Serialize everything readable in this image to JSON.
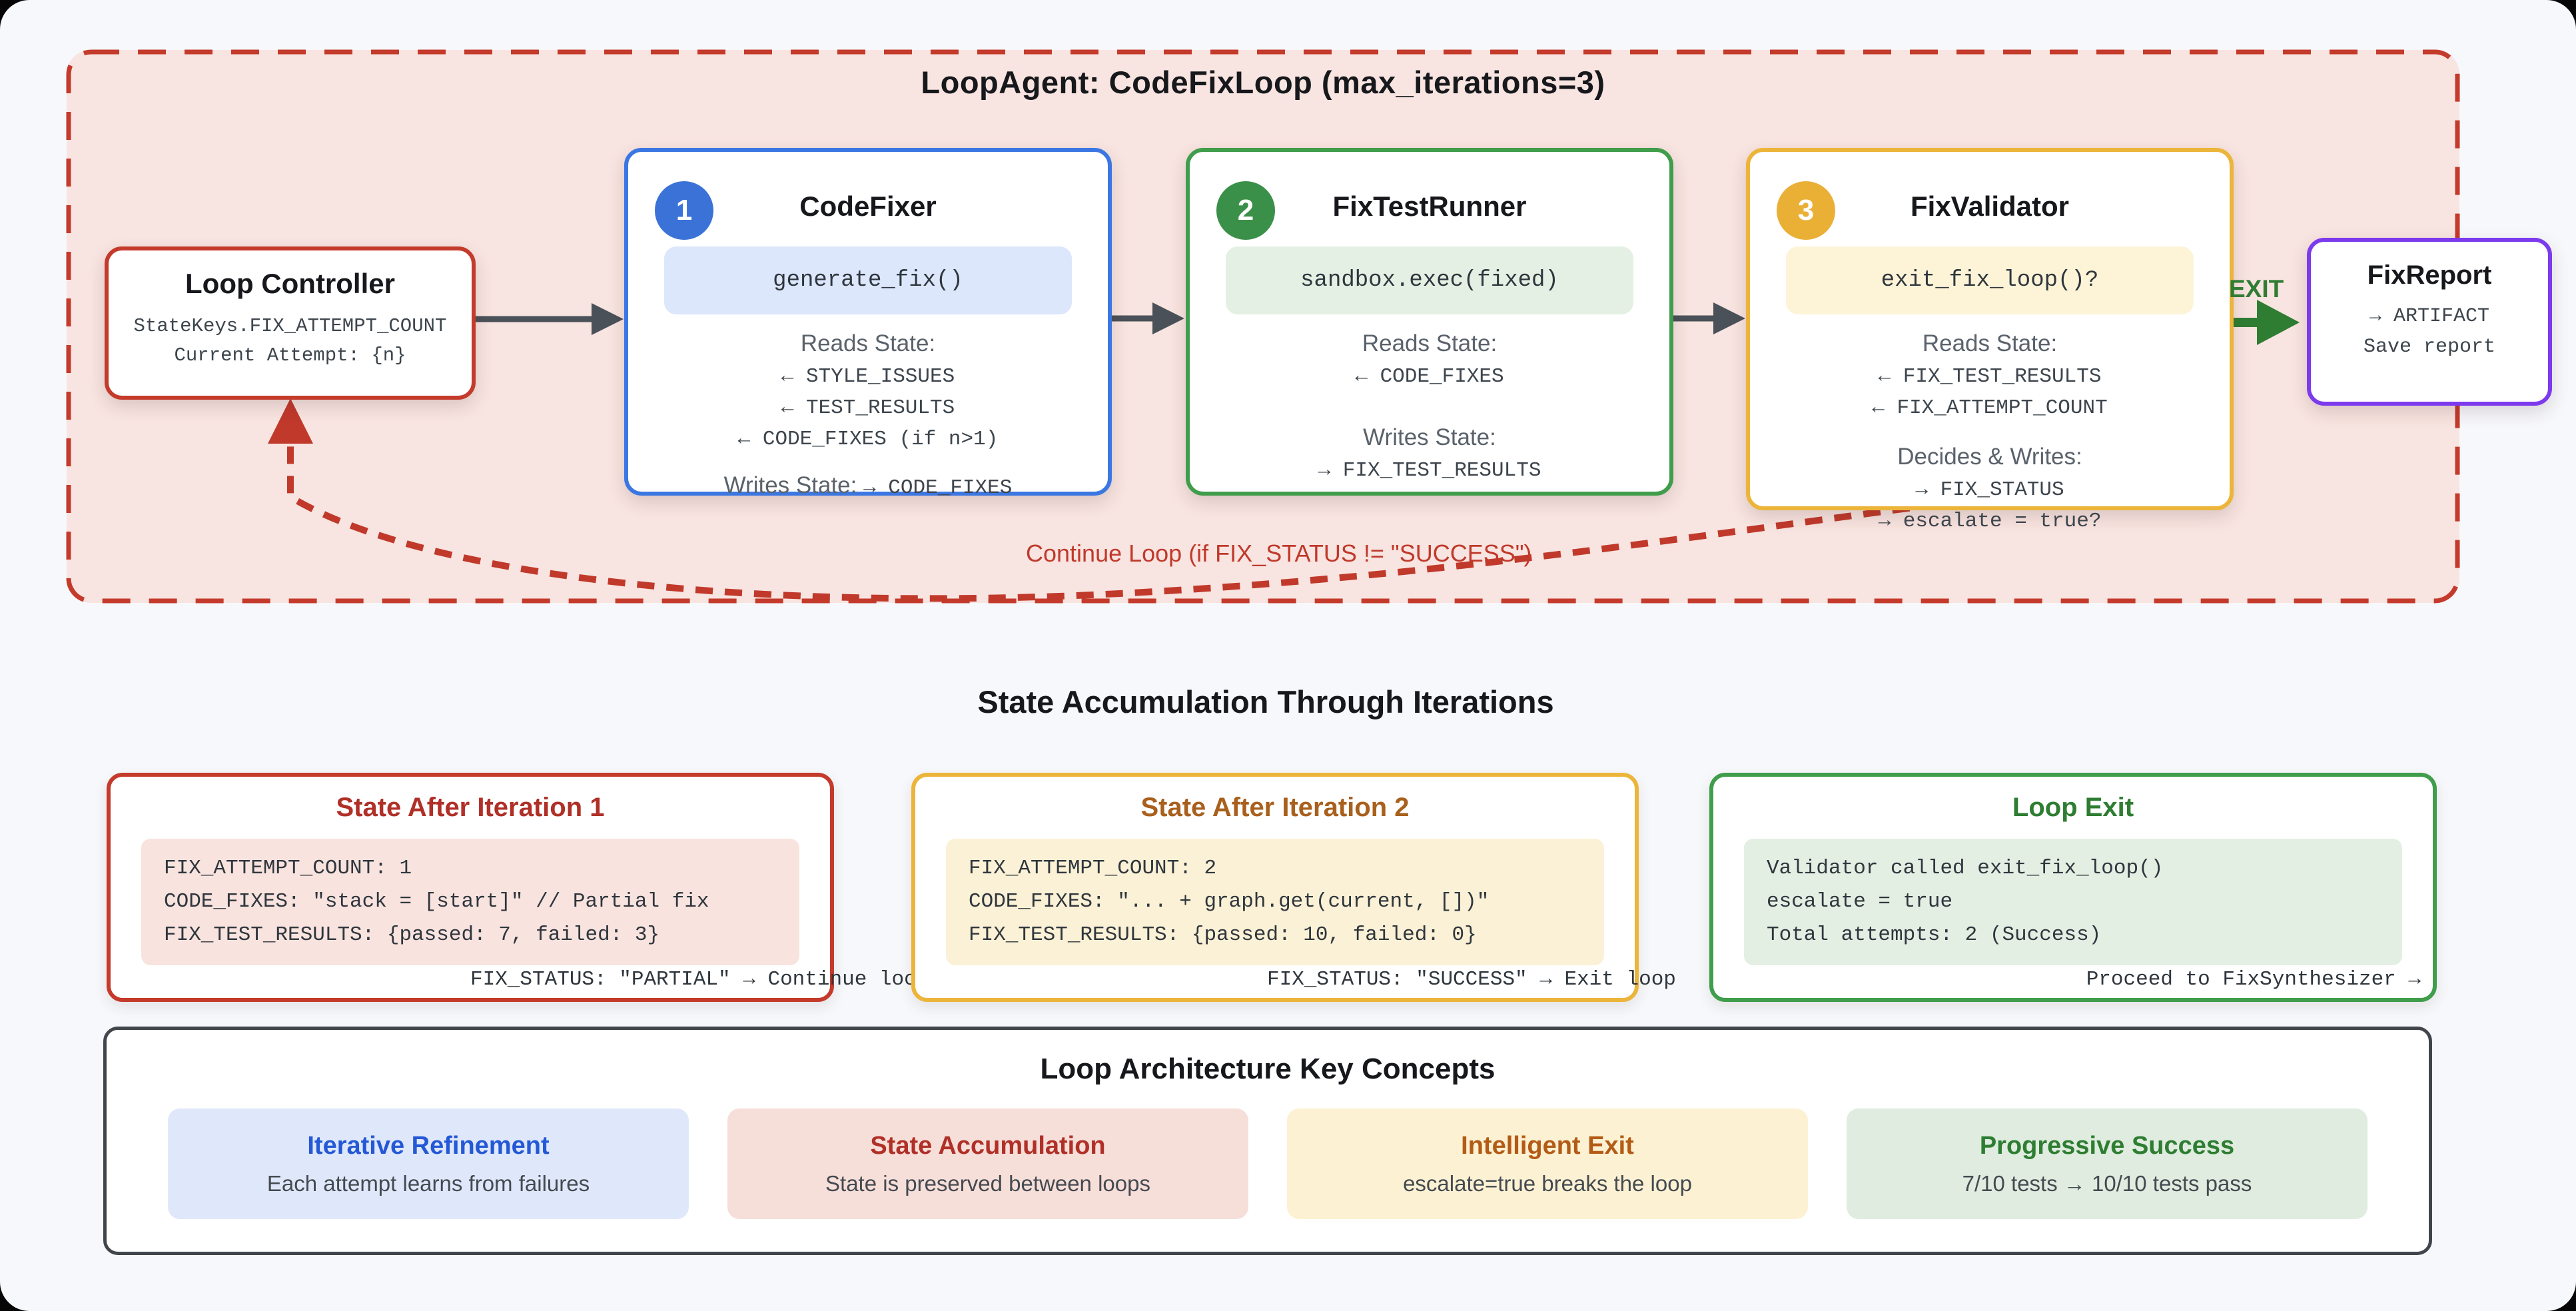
{
  "title": "LoopAgent: CodeFixLoop (max_iterations=3)",
  "colors": {
    "loop_red": "#c43a2b",
    "pink_bg": "#f8e4e0",
    "blue": "#3b77e3",
    "green": "#3f9d4b",
    "amber": "#ecb53a",
    "purple": "#7c3aed",
    "arrow_gray": "#4a5158",
    "exit_green": "#2f7d33"
  },
  "controller": {
    "title": "Loop Controller",
    "line1": "StateKeys.FIX_ATTEMPT_COUNT",
    "line2": "Current Attempt: {n}"
  },
  "agents": [
    {
      "number": "1",
      "title": "CodeFixer",
      "code": "generate_fix()",
      "reads_label": "Reads State:",
      "reads": [
        "← STYLE_ISSUES",
        "← TEST_RESULTS",
        "← CODE_FIXES (if n>1)"
      ],
      "writes_label": "Writes State:",
      "writes_inline": "→ CODE_FIXES"
    },
    {
      "number": "2",
      "title": "FixTestRunner",
      "code": "sandbox.exec(fixed)",
      "reads_label": "Reads State:",
      "reads": [
        "← CODE_FIXES"
      ],
      "writes_label": "Writes State:",
      "writes": [
        "→ FIX_TEST_RESULTS"
      ]
    },
    {
      "number": "3",
      "title": "FixValidator",
      "code": "exit_fix_loop()?",
      "reads_label": "Reads State:",
      "reads": [
        "← FIX_TEST_RESULTS",
        "← FIX_ATTEMPT_COUNT"
      ],
      "writes_label": "Decides & Writes:",
      "writes": [
        "→ FIX_STATUS",
        "→ escalate = true?"
      ]
    }
  ],
  "exit_label": "EXIT",
  "report": {
    "title": "FixReport",
    "line1": "→ ARTIFACT",
    "line2": "Save report"
  },
  "continue_label": "Continue Loop (if FIX_STATUS != \"SUCCESS\")",
  "state_section": {
    "title": "State Accumulation Through Iterations",
    "boxes": [
      {
        "title": "State After Iteration 1",
        "lines": [
          "FIX_ATTEMPT_COUNT: 1",
          "CODE_FIXES: \"stack = [start]\" // Partial fix",
          "FIX_TEST_RESULTS: {passed: 7, failed: 3}"
        ],
        "footer": "FIX_STATUS: \"PARTIAL\" → Continue loop"
      },
      {
        "title": "State After Iteration 2",
        "lines": [
          "FIX_ATTEMPT_COUNT: 2",
          "CODE_FIXES: \"... + graph.get(current, [])\"",
          "FIX_TEST_RESULTS: {passed: 10, failed: 0}"
        ],
        "footer": "FIX_STATUS: \"SUCCESS\" → Exit loop"
      },
      {
        "title": "Loop Exit",
        "lines": [
          "Validator called exit_fix_loop()",
          "escalate = true",
          "Total attempts: 2 (Success)"
        ],
        "footer": "Proceed to FixSynthesizer →"
      }
    ]
  },
  "concepts": {
    "title": "Loop Architecture Key Concepts",
    "cards": [
      {
        "title": "Iterative Refinement",
        "subtitle": "Each attempt learns from failures"
      },
      {
        "title": "State Accumulation",
        "subtitle": "State is preserved between loops"
      },
      {
        "title": "Intelligent Exit",
        "subtitle": "escalate=true breaks the loop"
      },
      {
        "title": "Progressive Success",
        "subtitle": "7/10 tests → 10/10 tests pass"
      }
    ]
  }
}
